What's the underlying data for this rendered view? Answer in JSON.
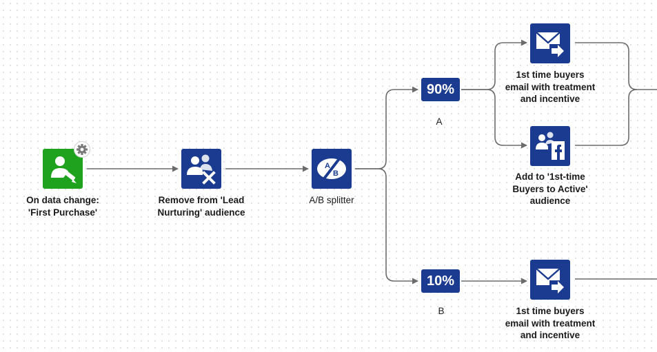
{
  "nodes": {
    "trigger": {
      "label_lines": [
        "On data change:",
        "'First Purchase'"
      ],
      "icon": "person-edit-icon",
      "settings_icon": "gear-icon",
      "color": "#1fa31f"
    },
    "remove_audience": {
      "label_lines": [
        "Remove from 'Lead",
        "Nurturing' audience"
      ],
      "icon": "people-remove-icon",
      "color": "#1a3b8f"
    },
    "splitter": {
      "label_lines": [
        "A/B splitter"
      ],
      "icon": "ab-split-icon",
      "color": "#1a3b8f"
    },
    "branch_a": {
      "percent": "90%",
      "letter": "A"
    },
    "branch_b": {
      "percent": "10%",
      "letter": "B"
    },
    "email_a": {
      "label_lines": [
        "1st time buyers",
        "email with treatment",
        "and incentive"
      ],
      "icon": "email-send-icon"
    },
    "facebook_audience": {
      "label_lines": [
        "Add to '1st-time",
        "Buyers to Active'",
        "audience"
      ],
      "icon": "facebook-audience-icon"
    },
    "email_b": {
      "label_lines": [
        "1st time buyers",
        "email with treatment",
        "and incentive"
      ],
      "icon": "email-send-icon"
    }
  },
  "colors": {
    "connector": "#6b6b6b",
    "node_blue": "#1a3b8f",
    "node_green": "#1fa31f"
  }
}
